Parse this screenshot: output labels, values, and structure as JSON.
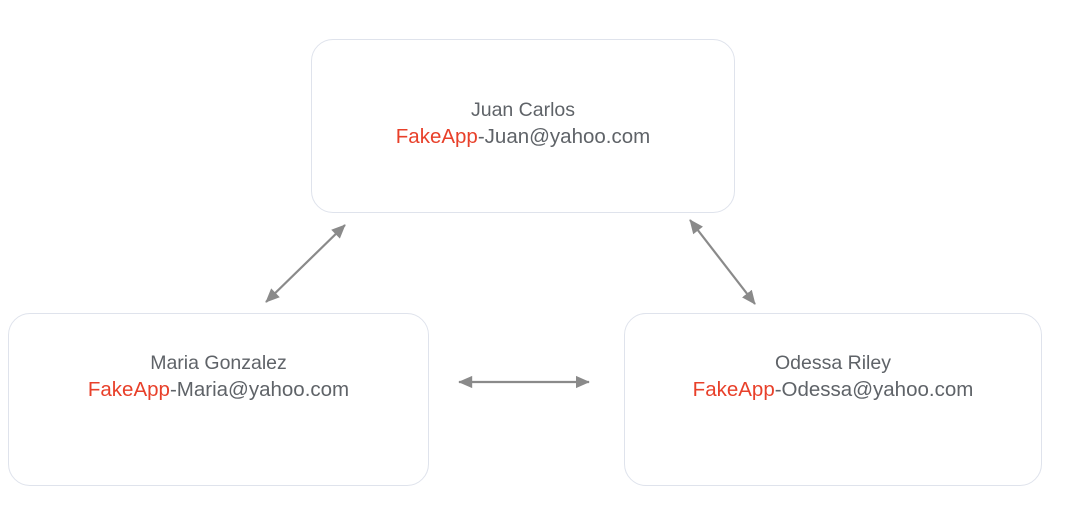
{
  "diagram": {
    "background_color": "#ffffff",
    "node_border_color": "#dfe3ec",
    "node_fill_color": "#ffffff",
    "text_color": "#5f6368",
    "brand_color": "#e8402a",
    "edge_color": "#8a8a8a",
    "nodes": [
      {
        "id": "juan",
        "name": "Juan Carlos",
        "email_brand": "FakeApp",
        "email_rest": "-Juan@yahoo.com",
        "email_full": "FakeApp-Juan@yahoo.com"
      },
      {
        "id": "maria",
        "name": "Maria Gonzalez",
        "email_brand": "FakeApp",
        "email_rest": "-Maria@yahoo.com",
        "email_full": "FakeApp-Maria@yahoo.com"
      },
      {
        "id": "odessa",
        "name": "Odessa Riley",
        "email_brand": "FakeApp",
        "email_rest": "-Odessa@yahoo.com",
        "email_full": "FakeApp-Odessa@yahoo.com"
      }
    ],
    "edges": [
      {
        "id": "juan-maria",
        "from": "juan",
        "to": "maria",
        "style": "double-arrow",
        "label": ""
      },
      {
        "id": "juan-odessa",
        "from": "juan",
        "to": "odessa",
        "style": "double-arrow",
        "label": ""
      },
      {
        "id": "maria-odessa",
        "from": "maria",
        "to": "odessa",
        "style": "double-arrow",
        "label": ""
      }
    ]
  }
}
